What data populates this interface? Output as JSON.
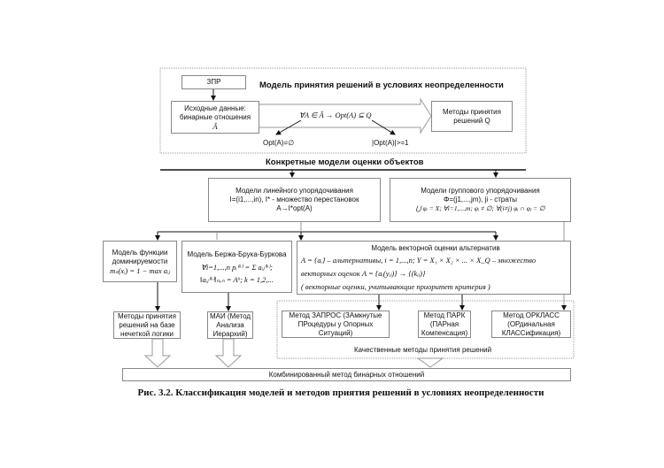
{
  "top": {
    "title": "Модель принятия решений в условиях неопределенности",
    "dm": "ЗПР",
    "source_line1": "Исходные данные:",
    "source_line2": "бинарные отношения",
    "source_var": "Â",
    "formula": "∀A ∈ Â → Opt(A) ⊆ Q",
    "methods_line1": "Методы принятия",
    "methods_line2": "решений Q",
    "opt_empty": "Opt(A)=∅",
    "opt_nonempty": "|Opt(A)|>=1"
  },
  "section_title": "Конкретные модели оценки объектов",
  "linear": {
    "l1": "Модели линейного упорядочивания",
    "l2": "I=(i1,...,in), I* - множество перестановок",
    "l3": "A→I*opt(A)"
  },
  "group": {
    "l1": "Модели группового упорядочивания",
    "l2": "Φ=(j1,...,jm), ji - страты",
    "l3": "⋃ φᵢ = X; ∀i=1,...,m; φᵢ ≠ ∅; ∀(i≠j) φᵢ ∩ φⱼ = ∅"
  },
  "dominance": {
    "l1": "Модель функции",
    "l2": "доминируемости",
    "l3": "mₛ(xᵢ) = 1 − max aᵢⱼ"
  },
  "bbb": {
    "l1": "Модель Бержа-Брука-Буркова",
    "l2": "∀i=1,...,n  pᵢ⁽ᵏ⁾ = Σ aᵢⱼ⁽ᵏ⁾;",
    "l3": "‖aᵢⱼ⁽ᵏ⁾‖ₙₓₙ = Aᵏ; k = 1,2,..."
  },
  "vector": {
    "l1": "Модель векторной оценки альтернатив",
    "l2": "A = {aᵢ} – альтернативы, i = 1,...,n; Y = X₁ × X₂ × ... × X_Q – множество",
    "l3": "векторных оценок A = {aᵢ(yᵢⱼ)} → {(kᵢⱼ)}",
    "l4": "( векторные оценки, учитывающие приоритет критерия )"
  },
  "fuzzy": {
    "l1": "Методы принятия",
    "l2": "решений на базе",
    "l3": "нечеткой логики"
  },
  "ahp": {
    "l1": "МАИ (Метод",
    "l2": "Анализа",
    "l3": "Иерархий)"
  },
  "zapros": {
    "l1": "Метод ЗАПРОС (ЗАмкнутые",
    "l2": "ПРоцедуры у Опорных",
    "l3": "Ситуаций)"
  },
  "park": {
    "l1": "Метод ПАРК",
    "l2": "(ПАРная",
    "l3": "Компенсация)"
  },
  "orclass": {
    "l1": "Метод ОРКЛАСС",
    "l2": "(ОРдинальная",
    "l3": "КЛАССификация)"
  },
  "qualitative": "Качественные методы принятия решений",
  "combined": "Комбинированный метод бинарных отношений",
  "caption": "Рис. 3.2. Классификация моделей и методов приятия решений в условиях неопределенности"
}
